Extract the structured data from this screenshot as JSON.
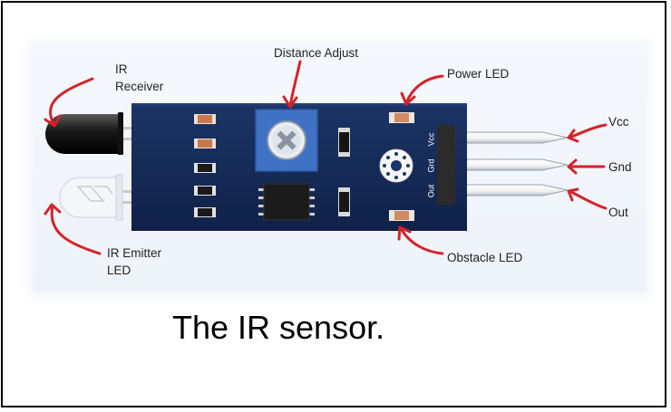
{
  "labels": {
    "ir_receiver_line1": "IR",
    "ir_receiver_line2": "Receiver",
    "distance_adjust": "Distance Adjust",
    "power_led": "Power LED",
    "vcc": "Vcc",
    "gnd": "Gnd",
    "out": "Out",
    "ir_emitter_line1": "IR Emitter",
    "ir_emitter_line2": "LED",
    "obstacle_led": "Obstacle LED"
  },
  "pin_header": {
    "vcc": "Vcc",
    "gnd": "Grd",
    "out": "Out"
  },
  "caption": "The IR sensor.",
  "colors": {
    "board": "#142a55",
    "potentiometer": "#3f72c4",
    "arrow": "#d4232a",
    "pins": "#ffffff"
  }
}
